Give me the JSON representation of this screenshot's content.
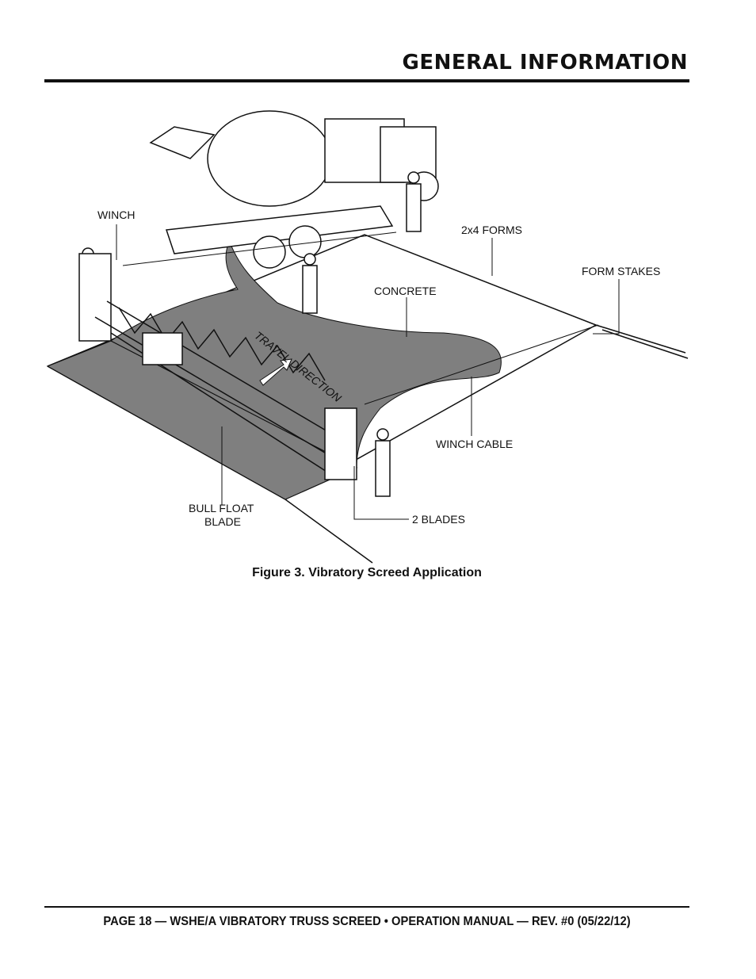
{
  "header": {
    "title": "GENERAL INFORMATION"
  },
  "figure": {
    "labels": {
      "winch": "WINCH",
      "forms": "2x4 FORMS",
      "form_stakes": "FORM STAKES",
      "concrete": "CONCRETE",
      "travel_direction": "TRAVEL DIRECTION",
      "winch_cable": "WINCH CABLE",
      "bull_float_line1": "BULL FLOAT",
      "bull_float_line2": "BLADE",
      "blades": "2 BLADES"
    },
    "caption": "Figure 3. Vibratory Screed Application",
    "colors": {
      "concrete": "#7f7f7f",
      "ink": "#111111"
    }
  },
  "footer": {
    "text": "PAGE 18 — WSHE/A VIBRATORY TRUSS SCREED • OPERATION MANUAL — REV. #0 (05/22/12)"
  }
}
